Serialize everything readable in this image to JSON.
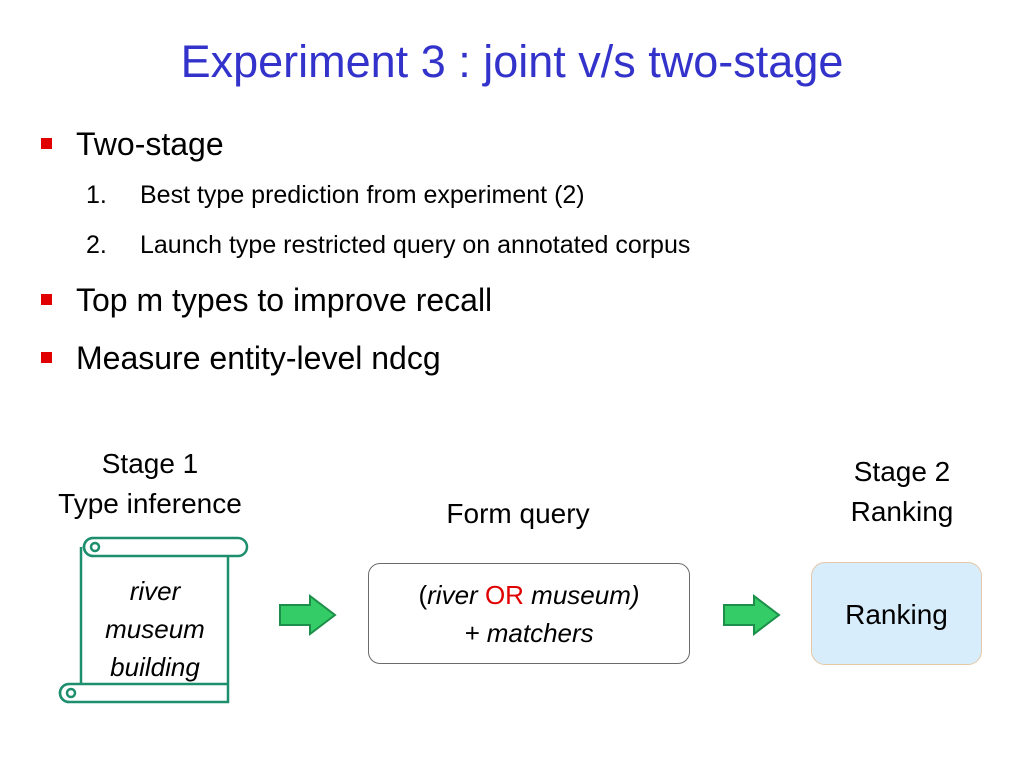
{
  "slide": {
    "title": "Experiment 3 : joint v/s two-stage",
    "bullets": [
      {
        "text": "Two-stage",
        "subitems": [
          {
            "num": "1.",
            "text": "Best type prediction from experiment (2)"
          },
          {
            "num": "2.",
            "text": "Launch type restricted query on annotated corpus"
          }
        ]
      },
      {
        "text": "Top m types to improve recall"
      },
      {
        "text": "Measure entity-level ndcg"
      }
    ]
  },
  "diagram": {
    "stage1": {
      "line1": "Stage 1",
      "line2": "Type inference"
    },
    "scroll_words": [
      "river",
      "museum",
      "building"
    ],
    "form_query_label": "Form query",
    "query": {
      "open_paren": "(",
      "term1": "river",
      "op": "OR",
      "term2": "museum)",
      "line2": "+ matchers"
    },
    "stage2": {
      "line1": "Stage 2",
      "line2": "Ranking"
    },
    "ranking_box": "Ranking"
  },
  "colors": {
    "title": "#3333cc",
    "bullet_marker": "#e00000",
    "or_operator": "#e00000",
    "arrow_fill": "#33cc66",
    "arrow_stroke": "#1e8f4a",
    "scroll_stroke": "#1e8f6e",
    "ranking_fill": "#d7edfb"
  }
}
